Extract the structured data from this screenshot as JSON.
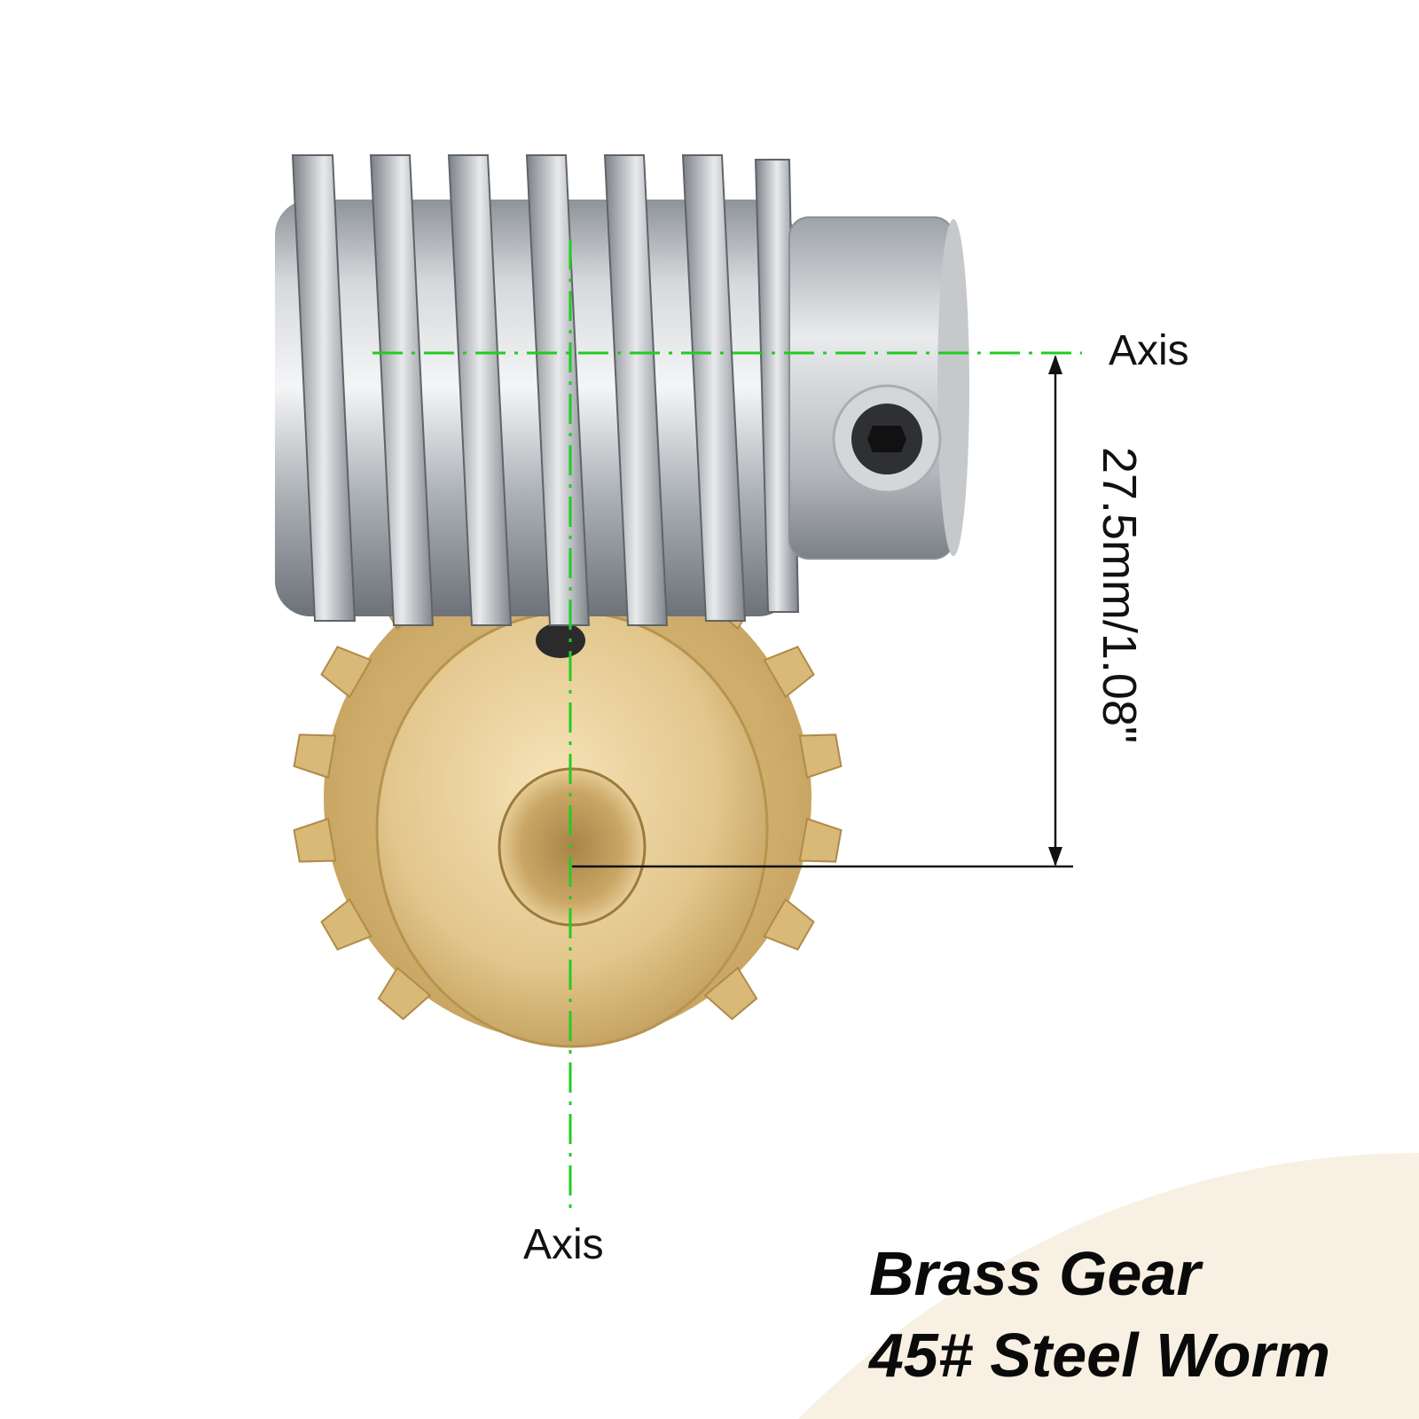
{
  "annotations": {
    "worm_axis_label": "Axis",
    "gear_axis_label": "Axis",
    "center_distance": "27.5mm/1.08\""
  },
  "caption": {
    "line1": "Brass Gear",
    "line2": "45# Steel Worm"
  },
  "colors": {
    "axis_line": "#22cc22",
    "steel": "#9aa0a6",
    "brass": "#d9b978",
    "corner_accent": "#f8f0e3",
    "text": "#111111"
  }
}
